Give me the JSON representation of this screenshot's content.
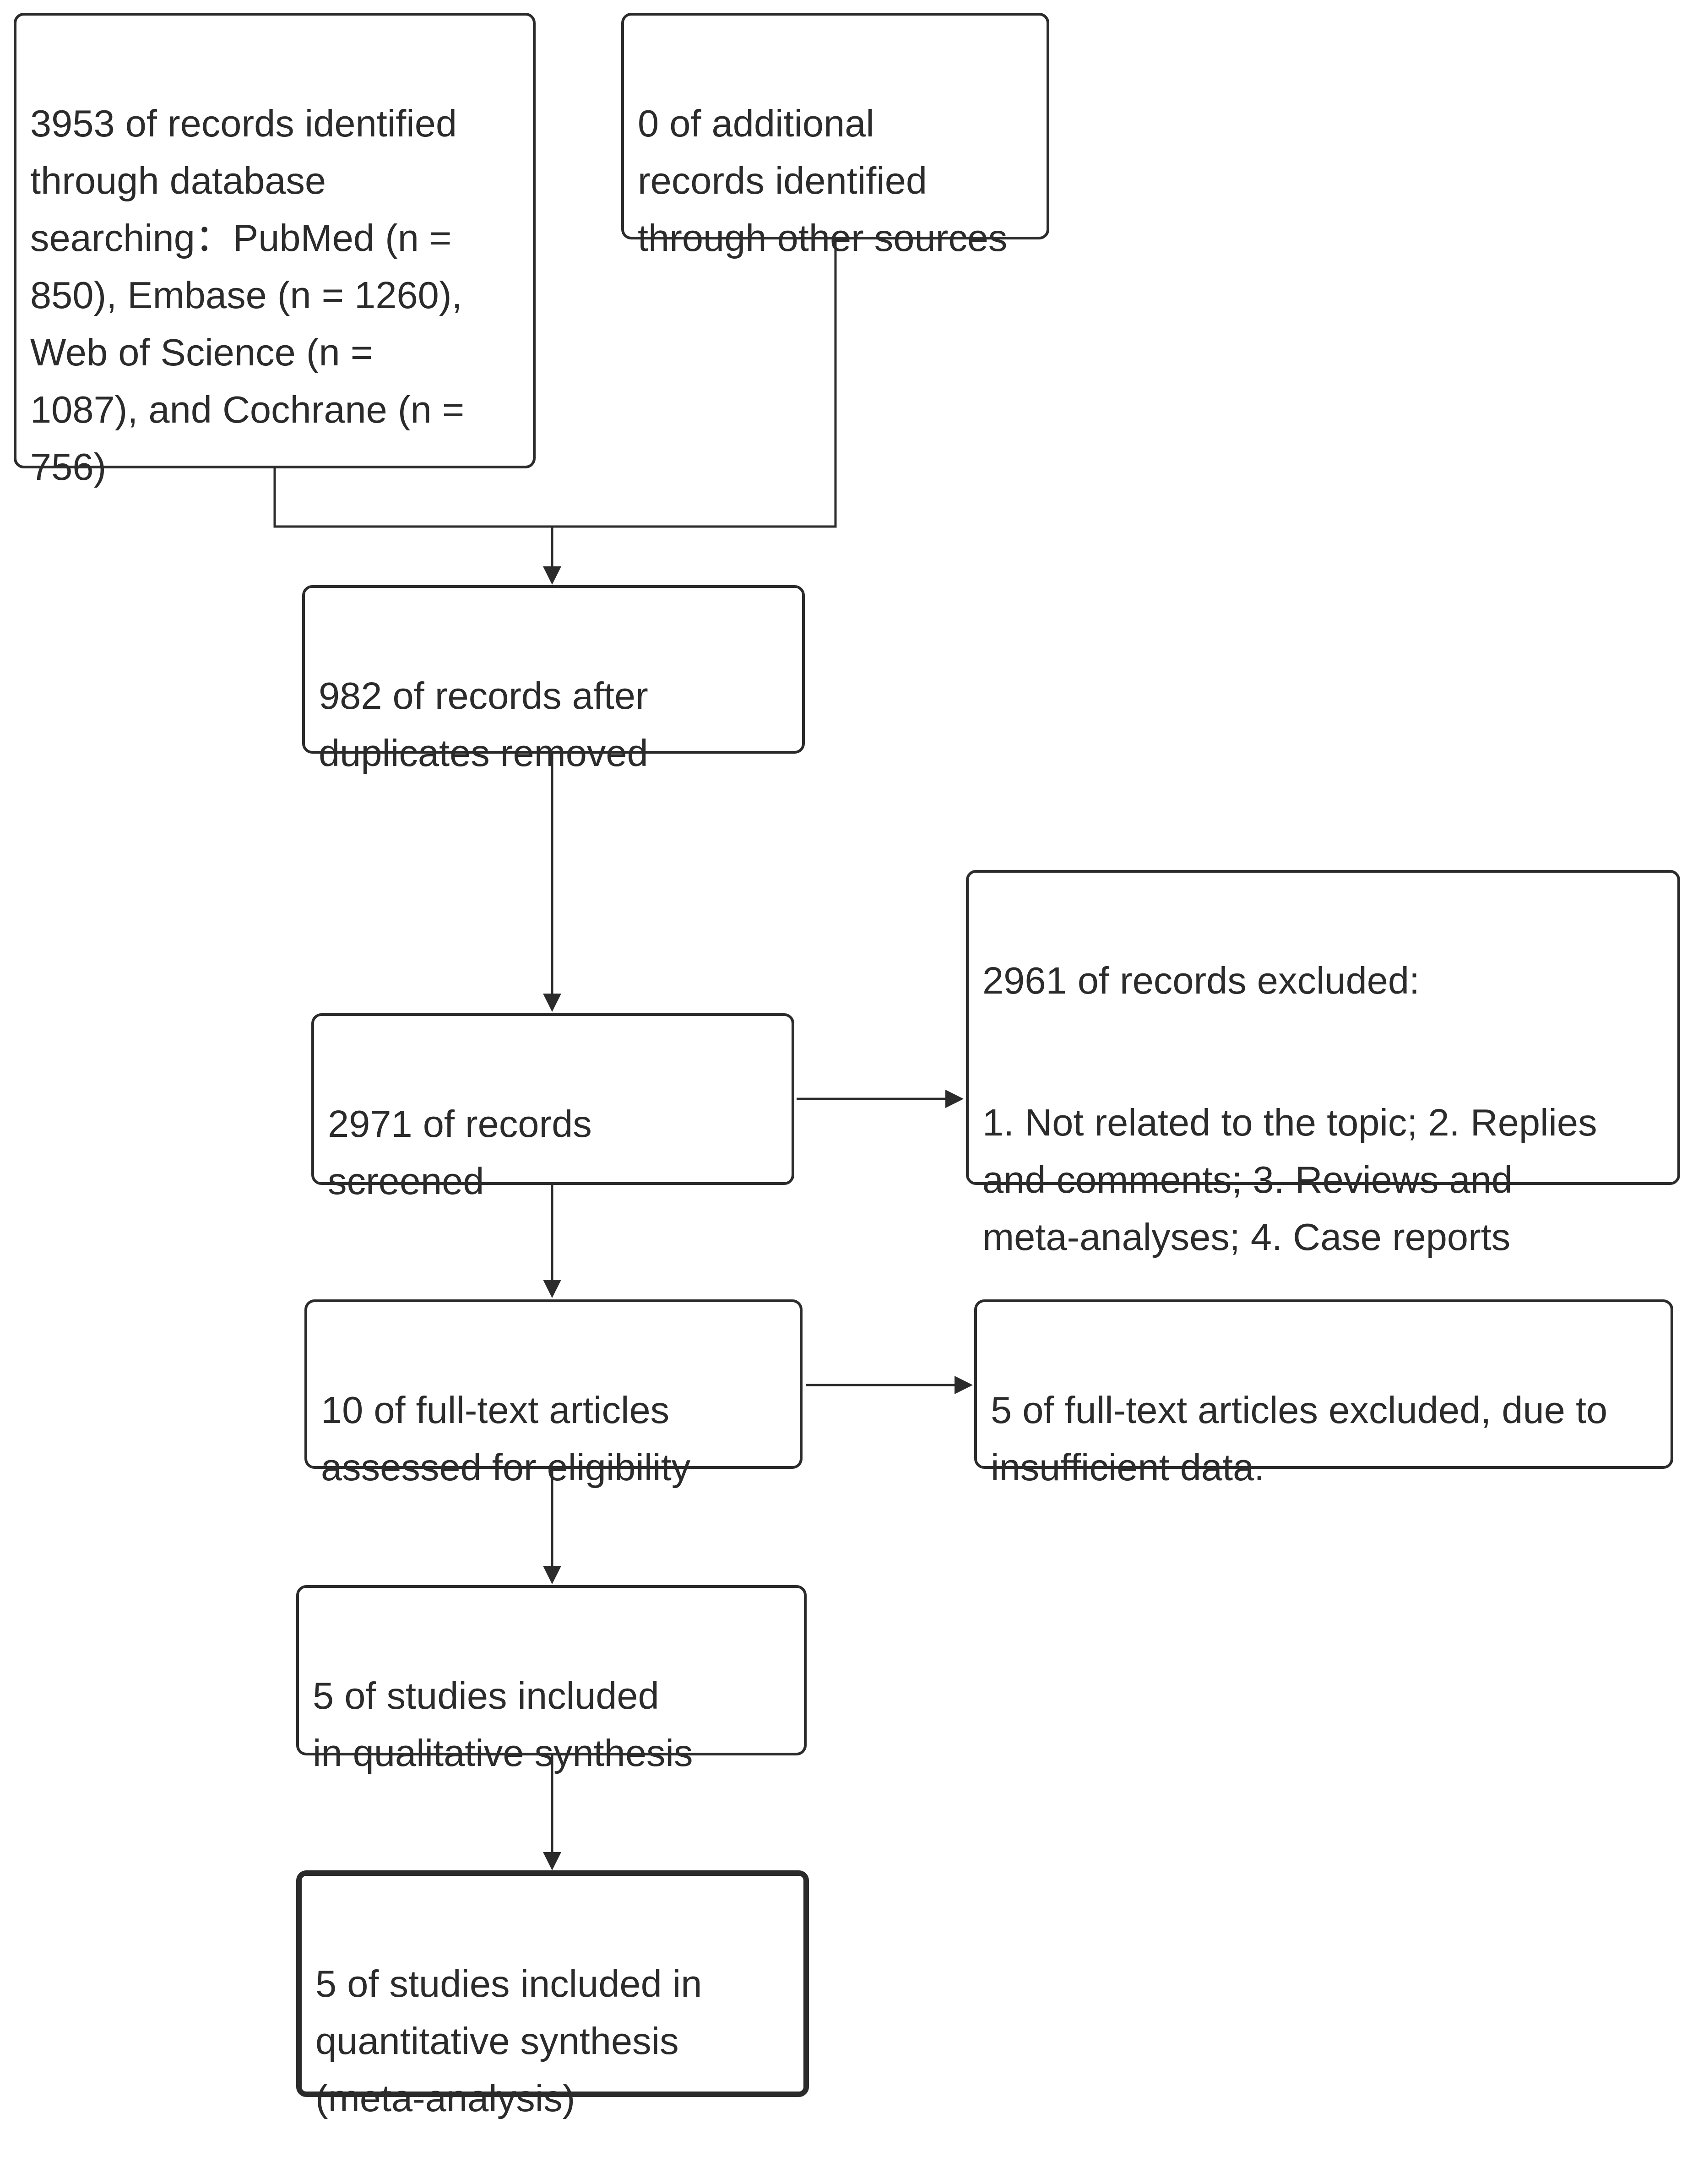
{
  "boxes": {
    "identified_db": "3953 of records identified\nthrough database\nsearching：PubMed (n =\n850), Embase (n = 1260),\nWeb of Science (n =\n1087), and Cochrane (n =\n756)",
    "identified_other": "0 of additional\nrecords identified\nthrough other sources",
    "after_duplicates": "982 of records after\nduplicates removed",
    "screened": "2971 of records\nscreened",
    "excluded_records_title": "2961 of records excluded:",
    "excluded_records_reasons": "1. Not related to the topic; 2. Replies\nand comments; 3. Reviews and\nmeta-analyses; 4. Case reports",
    "fulltext_assessed": "10 of full-text articles\nassessed for eligibility",
    "fulltext_excluded": "5 of full-text articles excluded, due to\ninsufficient data.",
    "qualitative": "5 of studies included\nin qualitative synthesis",
    "quantitative": "5 of studies included in\nquantitative synthesis\n(meta-analysis)"
  },
  "colors": {
    "stroke": "#2b2b2b",
    "text": "#2b2b2b",
    "background": "#ffffff"
  }
}
